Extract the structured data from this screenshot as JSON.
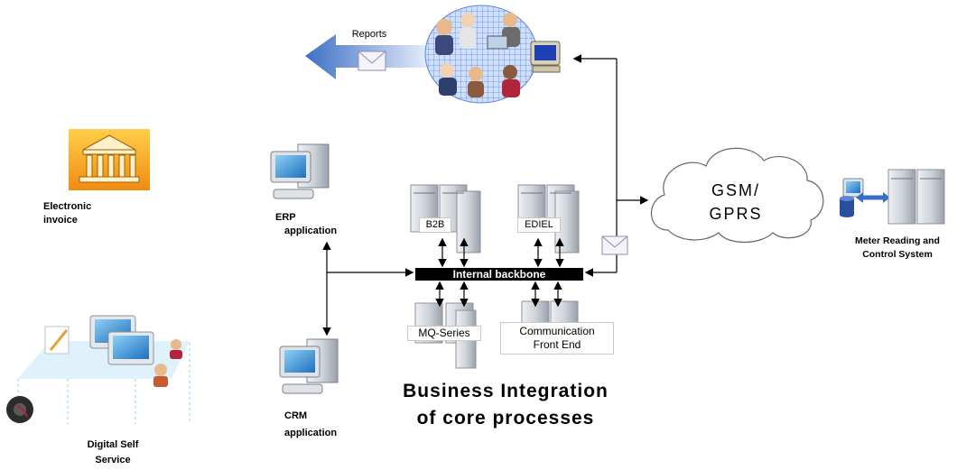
{
  "labels": {
    "reports": "Reports",
    "electronic_invoice_line1": "Electronic",
    "electronic_invoice_line2": "invoice",
    "erp_line1": "ERP",
    "erp_line2": "application",
    "crm_line1": "CRM",
    "crm_line2": "application",
    "digital_line1": "Digital Self",
    "digital_line2": "Service",
    "b2b": "B2B",
    "ediel": "EDIEL",
    "internal_backbone": "Internal backbone",
    "mq_series": "MQ-Series",
    "comm_line1": "Communication",
    "comm_line2": "Front End",
    "gsm_line1": "GSM/",
    "gsm_line2": "GPRS",
    "meter_line1": "Meter Reading and",
    "meter_line2": "Control System",
    "title_line1": "Business Integration",
    "title_line2": "of core processes"
  },
  "colors": {
    "arrow_blue": "#4a78c8",
    "backbone": "#000000",
    "invoice_orange": "#f5a21a",
    "server_gray": "#c9ced6",
    "monitor_blue": "#3a86d0",
    "cloud_fill": "#ffffff"
  },
  "icons": [
    "reports-arrow-icon",
    "envelope-icon",
    "business-people-globe-icon",
    "computer-icon",
    "bank-building-icon",
    "server-icon",
    "cloud-icon",
    "database-icon",
    "headset-icon",
    "user-icon",
    "pencil-icon"
  ]
}
